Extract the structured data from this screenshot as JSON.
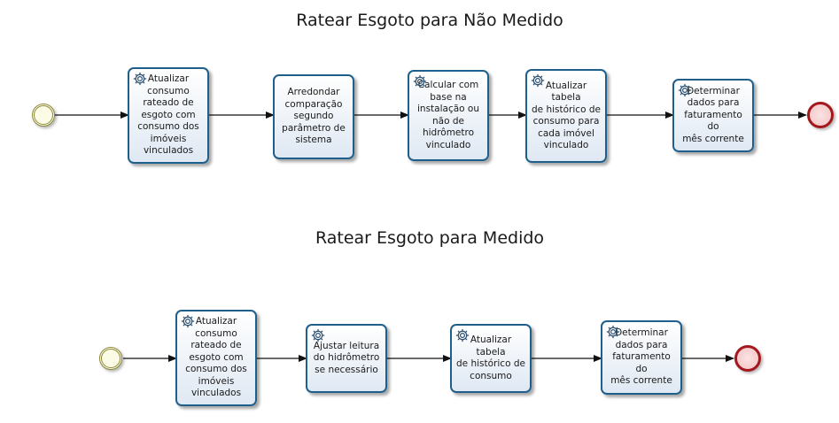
{
  "diagram": {
    "pool_top": {
      "title": "Ratear Esgoto para Não Medido",
      "tasks": [
        "Atualizar\nconsumo\nrateado de\nesgoto com\nconsumo dos\nimóveis\nvinculados",
        "Arredondar\ncomparação\nsegundo\nparâmetro de\nsistema",
        "Calcular com\nbase na\ninstalação ou\nnão de\nhidrômetro\nvinculado",
        "Atualizar tabela\nde histórico de\nconsumo para\ncada imóvel\nvinculado",
        "Determinar\ndados para\nfaturamento do\nmês corrente"
      ]
    },
    "pool_bottom": {
      "title": "Ratear Esgoto para Medido",
      "tasks": [
        "Atualizar\nconsumo\nrateado de\nesgoto com\nconsumo dos\nimóveis\nvinculados",
        "Ajustar leitura\ndo hidrômetro\nse necessário",
        "Atualizar tabela\nde histórico de\nconsumo",
        "Determinar\ndados para\nfaturamento do\nmês corrente"
      ]
    },
    "colors": {
      "task_border": "#1f5f8b",
      "start_event": "#8d8a3a",
      "end_event": "#a3171d"
    },
    "icons": {
      "task": "gear-icon"
    }
  }
}
